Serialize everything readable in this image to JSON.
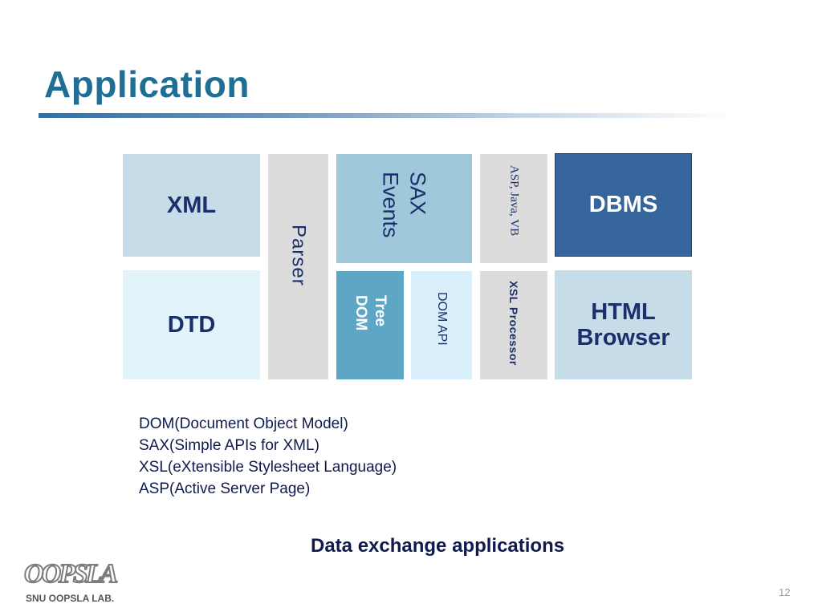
{
  "slide": {
    "title": "Application",
    "page_number": "12"
  },
  "diagram": {
    "xml": "XML",
    "dtd": "DTD",
    "parser": "Parser",
    "sax_line1": "SAX",
    "sax_line2": "Events",
    "tree_line1": "Tree",
    "tree_line2": "DOM",
    "dom_api": "DOM API",
    "asp_java_vb": "ASP, Java, VB",
    "xsl_processor": "XSL Processor",
    "dbms": "DBMS",
    "html_line1": "HTML",
    "html_line2": "Browser"
  },
  "definitions": [
    "DOM(Document Object Model)",
    "SAX(Simple APIs for XML)",
    "XSL(eXtensible Stylesheet Language)",
    "ASP(Active Server Page)"
  ],
  "caption": "Data exchange applications",
  "logo": {
    "mark": "OOPSLA",
    "lab": "SNU OOPSLA LAB."
  }
}
